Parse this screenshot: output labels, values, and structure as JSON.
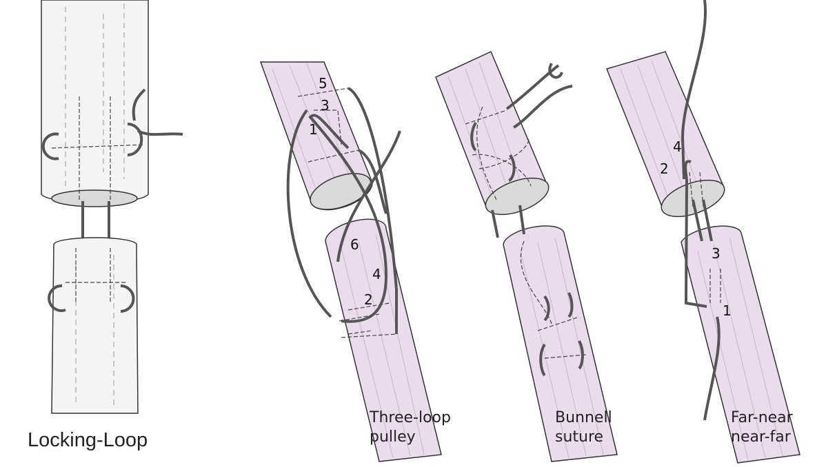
{
  "panels": [
    {
      "id": "locking-loop",
      "caption": [
        "Locking-Loop"
      ]
    },
    {
      "id": "three-loop-pulley",
      "caption": [
        "Three-loop",
        "pulley"
      ],
      "step_numbers": [
        "1",
        "2",
        "3",
        "4",
        "5",
        "6"
      ]
    },
    {
      "id": "bunnell-suture",
      "caption": [
        "Bunnell",
        "suture"
      ]
    },
    {
      "id": "far-near-near-far",
      "caption": [
        "Far-near",
        "near-far"
      ],
      "step_numbers": [
        "1",
        "2",
        "3",
        "4"
      ]
    }
  ]
}
